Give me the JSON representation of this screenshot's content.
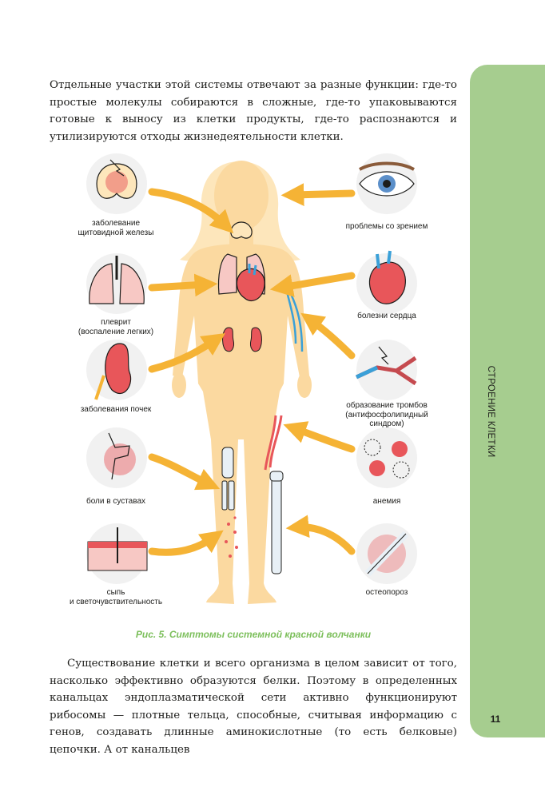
{
  "text": {
    "para_top": "Отдельные участки этой системы отвечают за разные функции: где-то простые молекулы собираются в сложные, где-то упаковываются готовые к выносу из клетки продукты, где-то распознаются и утилизируются отходы жизнедеятельности клетки.",
    "para_bottom": "Существование клетки и всего организма в целом зависит от того, насколько эффективно образуются белки. Поэтому в определенных канальцах эндоплазматической сети активно функционируют рибосомы — плотные тельца, способные, считывая информацию с генов, создавать длинные аминокислотные (то есть белковые) цепочки. А от канальцев"
  },
  "sidebar": {
    "section": "СТРОЕНИЕ КЛЕТКИ",
    "page_number": "11"
  },
  "figure": {
    "caption": "Рис. 5. Симптомы системной красной волчанки",
    "labels_left": [
      "заболевание\nщитовидной железы",
      "плеврит\n(воспаление легких)",
      "заболевания почек",
      "боли в суставах",
      "сыпь\nи светочувствительность"
    ],
    "labels_right": [
      "проблемы со зрением",
      "болезни сердца",
      "образование тромбов\n(антифосфолипидный\nсиндром)",
      "анемия",
      "остеопороз"
    ]
  },
  "colors": {
    "sidebar_green": "#a6cd8f",
    "caption_green": "#7cbf5b",
    "body_skin": "#fbd9a0",
    "arrow_orange": "#f5b335",
    "organ_red": "#e8565a"
  }
}
